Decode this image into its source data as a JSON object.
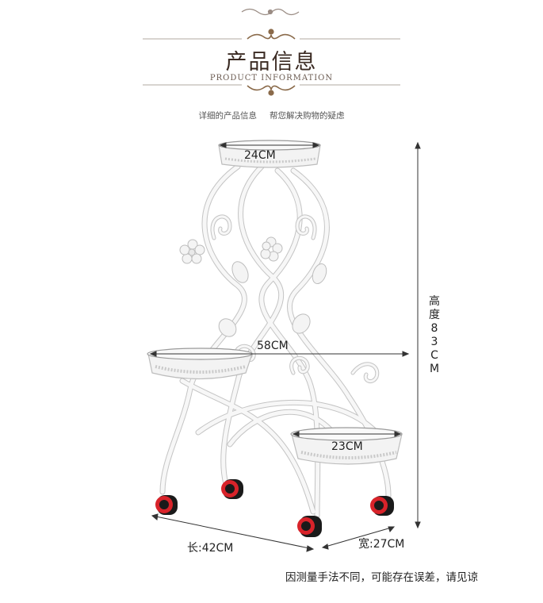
{
  "header": {
    "title": "产品信息",
    "subtitle": "PRODUCT INFORMATION",
    "desc_left": "详细的产品信息",
    "desc_right": "帮您解决购物的疑虑"
  },
  "dimensions": {
    "top_tray": "24CM",
    "total_width": "58CM",
    "bottom_tray": "23CM",
    "height": "高度83CM",
    "length": "长:42CM",
    "depth": "宽:27CM"
  },
  "footer": {
    "disclaimer": "因测量手法不同，可能存在误差，请见谅"
  },
  "colors": {
    "frame": "#f6f6f6",
    "frame_edge": "#c9c9c9",
    "wheel_red": "#d8232a",
    "wheel_black": "#1a1a1a",
    "ornament": "#8a6a4a"
  }
}
